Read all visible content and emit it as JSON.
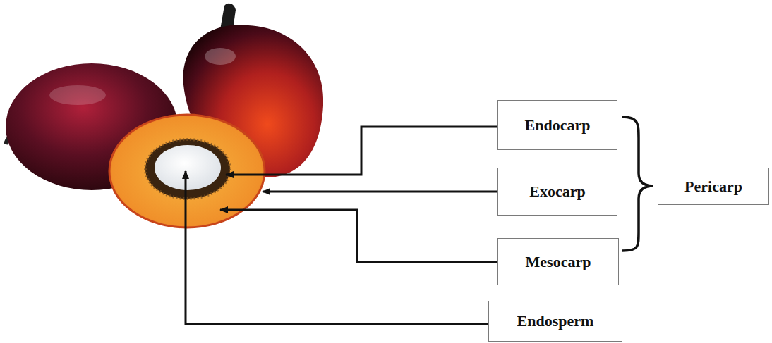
{
  "diagram": {
    "nodes": [
      {
        "text": [
          "Endocarp"
        ]
      },
      {
        "text": [
          "Exocarp"
        ]
      },
      {
        "text": [
          "Pericarp"
        ]
      },
      {
        "text": [
          "Mesocarp"
        ]
      },
      {
        "text": [
          "Endosperm"
        ]
      }
    ]
  }
}
